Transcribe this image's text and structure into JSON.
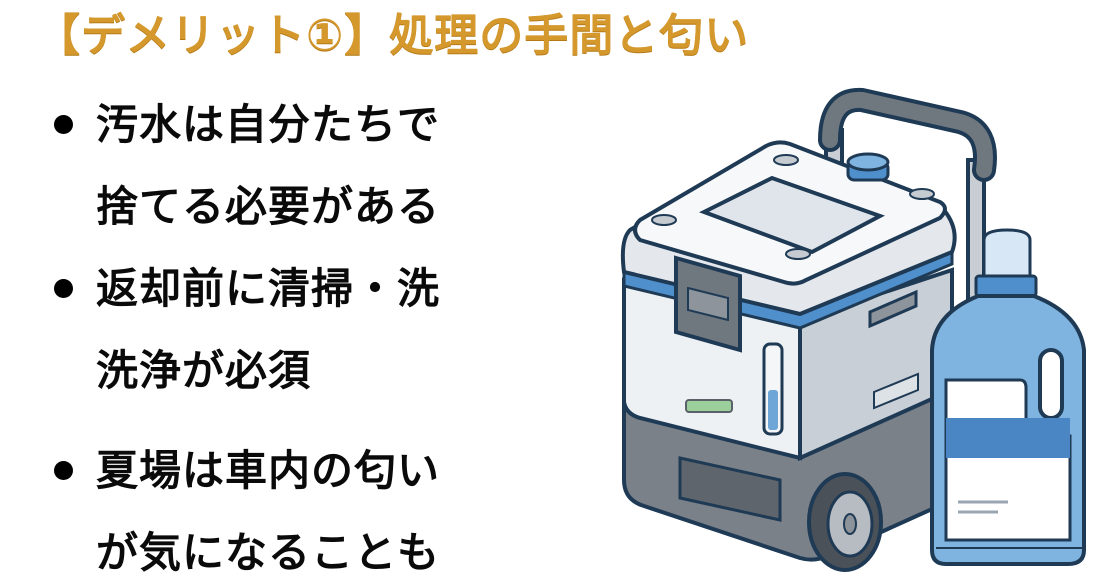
{
  "slide": {
    "title": "【デメリット①】処理の手間と匂い",
    "title_color": "#d4982c",
    "text_color": "#0a0a0a",
    "bullets": [
      {
        "lines": [
          "汚水は自分たちで",
          "捨てる必要がある"
        ]
      },
      {
        "lines": [
          "返却前に清掃・洗",
          "洗浄が必須"
        ]
      },
      {
        "lines": [
          "夏場は車内の匂い",
          "が気になることも"
        ]
      }
    ],
    "illustration": {
      "subject": "portable-toilet-with-wheels-and-cleaning-bottle",
      "icons": [
        "portable-toilet-icon",
        "detergent-bottle-icon"
      ],
      "colors": {
        "outline": "#1f3a55",
        "body_light": "#e6eaef",
        "body_dark": "#6f777f",
        "accent_blue": "#4f8fcc",
        "bottle_blue": "#7fb3e0"
      }
    }
  }
}
